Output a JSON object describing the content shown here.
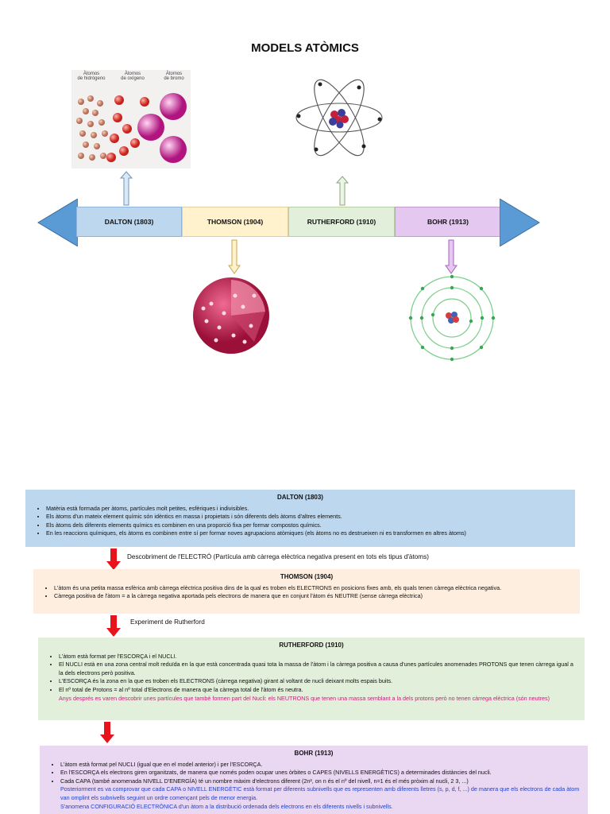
{
  "title": "MODELS ATÒMICS",
  "dalton_image": {
    "labels": [
      "Àtomos\nde hidrógeno",
      "Àtomos\nde oxígeno",
      "Àtomos\nde bromo"
    ]
  },
  "timeline": [
    {
      "label": "DALTON (1803)",
      "color": "#bdd7ee"
    },
    {
      "label": "THOMSON  (1904)",
      "color": "#fff2cc"
    },
    {
      "label": "RUTHERFORD  (1910)",
      "color": "#e2efda"
    },
    {
      "label": "BOHR  (1913)",
      "color": "#e4c8ef"
    }
  ],
  "sections": {
    "dalton": {
      "title": "DALTON (1803)",
      "color": "#bdd7ee",
      "items": [
        "Matèria està formada per àtoms, partícules molt petites, esfèriques i indivisibles.",
        "Els àtoms d'un mateix element químic són idèntics en massa i propietats i són diferents dels àtoms d'altres elements.",
        "Els àtoms dels diferents elements químics es combinen en una proporció fixa per formar compostos químics.",
        "En les reaccions químiques, els àtoms es combinen entre sí per formar noves agrupacions atòmiques (els àtoms no es destrueixen ni es transformen en altres àtoms)"
      ]
    },
    "transition1": "Descobriment de l'ELECTRÓ (Partícula amb càrrega elèctrica negativa present en tots els tipus d'àtoms)",
    "thomson": {
      "title": "THOMSON  (1904)",
      "color": "#fdeee0",
      "items": [
        "L'àtom és una petita massa esfèrica amb càrrega elèctrica positiva dins de la qual es troben els ELECTRONS en posicions fixes amb, els quals tenen càrrega elèctrica negativa.",
        "Càrrega positiva de l'àtom = a la càrrega negativa aportada pels electrons de manera que en conjunt l'àtom és NEUTRE (sense càrrega elèctrica)"
      ]
    },
    "transition2": "Experiment de Rutherford",
    "rutherford": {
      "title": "RUTHERFORD  (1910)",
      "color": "#e2efda",
      "items": [
        "L'àtom està format per l'ESCORÇA i el NUCLI.",
        "El NUCLI està en una zona central molt reduïda en la que està concentrada quasi tota la massa de l'àtom i la càrrega positiva a causa d'unes partícules anomenades PROTONS que tenen càrrega igual a la dels electrons però positiva.",
        "L'ESCORÇA és la zona en la que es troben els ELECTRONS (càrrega negativa) girant al voltant de nucli deixant molts espais buits.",
        "El nº total de Protons = al nº total d'Electrons de manera que la càrrega total de l'àtom és neutra."
      ],
      "note": "Anys després es varen descobrir unes partícules que també formen part del Nucli: els NEUTRONS que tenen una massa semblant a la dels protons però no tenen càrrega elèctrica (són neutres)"
    },
    "bohr": {
      "title": "BOHR  (1913)",
      "color": "#ead7f2",
      "items": [
        "L'àtom està format pel NUCLI (igual que en el model anterior) i per l'ESCORÇA.",
        "En l'ESCORÇA els electrons giren organitzats, de manera que només poden ocupar unes òrbites o CAPES (NIVELLS ENERGÈTICS) a determinades distàncies del nucli.",
        "Cada CAPA (també anomenada NIVELL D'ENERGÍA) té un nombre màxim d'electrons diferent (2n², on n és el nº del nivell, n=1 és el més pròxim al nucli, 2 3, ...)"
      ],
      "note": "Posteriorment es va comprovar que cada CAPA o NIVELL ENERGÈTIC està format per diferents subnivells que es representen amb diferents lletres (s, p, d, f, ...) de manera que els electrons de cada àtom van omplint els subnivells seguint un ordre començant pels de menor energia.",
      "note2": "S'anomena CONFIGURACIÓ ELECTRÒNICA d'un àtom a la distribució ordenada dels electrons en els diferents nivells i subnivells."
    }
  }
}
